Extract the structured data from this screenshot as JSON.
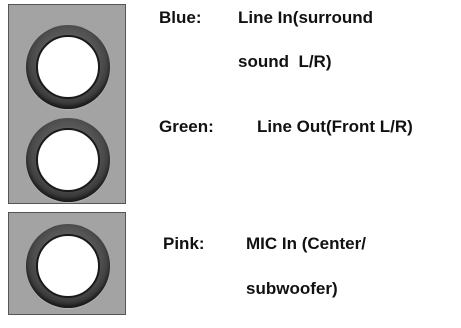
{
  "jacks": [
    {
      "color_name": "Blue:",
      "description_line1": "Line In(surround",
      "description_line2": "sound  L/R)"
    },
    {
      "color_name": "Green:",
      "description_line1": "Line Out(Front L/R)"
    },
    {
      "color_name": "Pink:",
      "description_line1": "MIC In (Center/",
      "description_line2": "subwoofer)"
    }
  ],
  "colors": {
    "panel": "#a3a3a3",
    "jack_opening": "#ffffff",
    "text": "#111111"
  }
}
